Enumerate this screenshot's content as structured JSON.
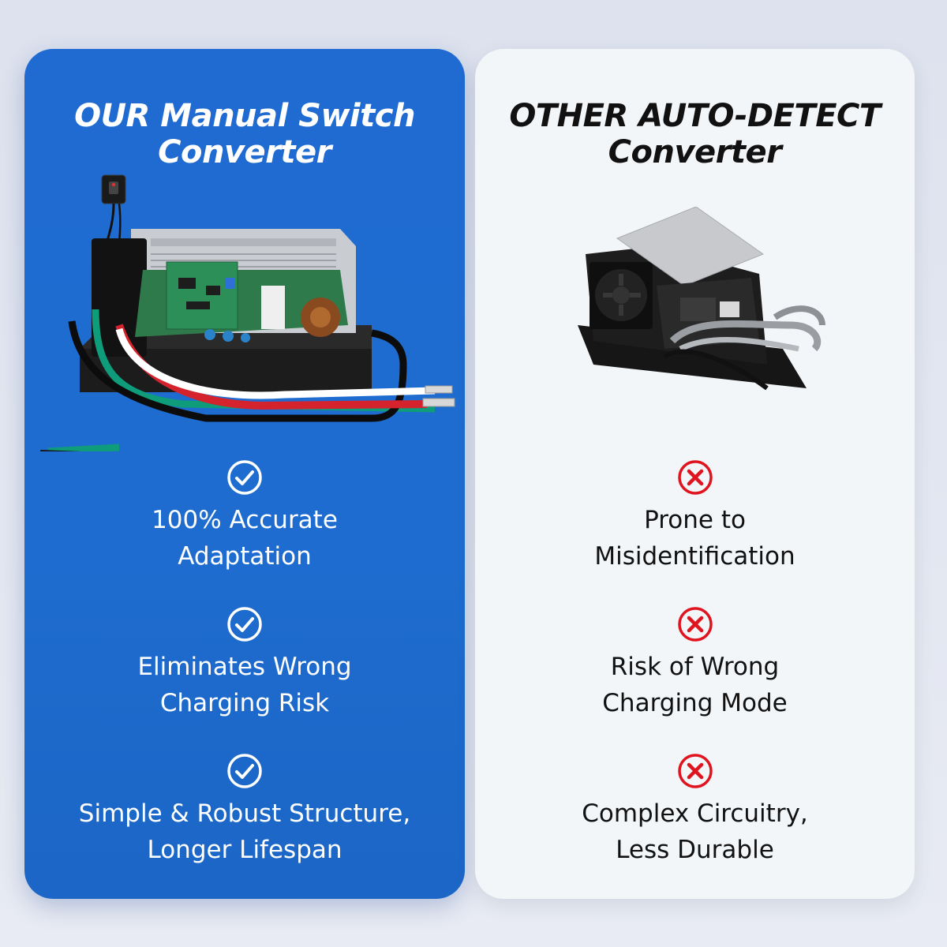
{
  "left": {
    "title_line1": "OUR Manual Switch",
    "title_line2": "Converter",
    "image_name": "manual-switch-converter",
    "features": [
      {
        "icon": "check-circle-icon",
        "line1": "100% Accurate",
        "line2": "Adaptation"
      },
      {
        "icon": "check-circle-icon",
        "line1": "Eliminates Wrong",
        "line2": "Charging Risk"
      },
      {
        "icon": "check-circle-icon",
        "line1": "Simple & Robust Structure,",
        "line2": "Longer Lifespan"
      }
    ]
  },
  "right": {
    "title_line1": "OTHER AUTO-DETECT",
    "title_line2": "Converter",
    "image_name": "auto-detect-converter",
    "features": [
      {
        "icon": "x-circle-icon",
        "line1": "Prone to",
        "line2": "Misidentification"
      },
      {
        "icon": "x-circle-icon",
        "line1": "Risk of Wrong",
        "line2": "Charging Mode"
      },
      {
        "icon": "x-circle-icon",
        "line1": "Complex Circuitry,",
        "line2": "Less Durable"
      }
    ]
  },
  "colors": {
    "left_panel": "#1f6bd2",
    "right_panel": "#f3f6f9",
    "check": "#ffffff",
    "cross": "#e0141e"
  }
}
